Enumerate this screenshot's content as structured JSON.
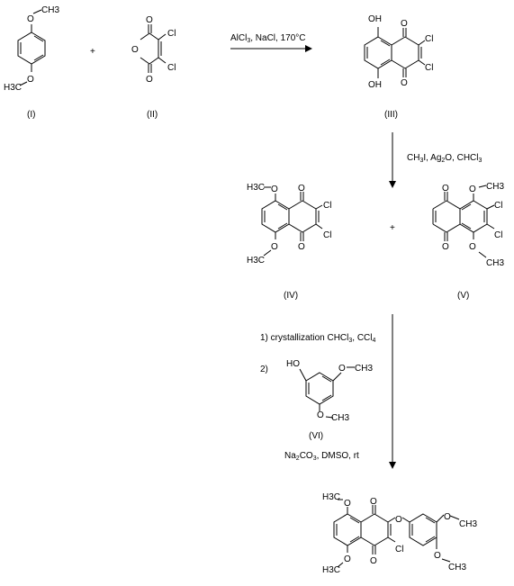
{
  "compounds": {
    "I": {
      "label": "(I)",
      "substituents": {
        "top": "O",
        "top_methyl": "CH3",
        "bottom": "O",
        "bottom_methyl": "H3C"
      }
    },
    "II": {
      "label": "(II)",
      "substituents": {
        "o_top": "O",
        "o_ring": "O",
        "o_bottom": "O",
        "cl1": "Cl",
        "cl2": "Cl"
      }
    },
    "III": {
      "label": "(III)",
      "substituents": {
        "oh1": "OH",
        "oh2": "OH",
        "o1": "O",
        "o2": "O",
        "cl1": "Cl",
        "cl2": "Cl"
      }
    },
    "IV": {
      "label": "(IV)",
      "substituents": {
        "ome1": "H3C",
        "ome1_o": "O",
        "ome2": "H3C",
        "ome2_o": "O",
        "o1": "O",
        "o2": "O",
        "cl1": "Cl",
        "cl2": "Cl"
      }
    },
    "V": {
      "label": "(V)",
      "substituents": {
        "o1": "O",
        "o2": "O",
        "ome1": "O",
        "ome1_methyl": "CH3",
        "ome2": "O",
        "ome2_methyl": "CH3",
        "cl1": "Cl",
        "cl2": "Cl"
      }
    },
    "VI": {
      "label": "(VI)",
      "substituents": {
        "ho": "HO",
        "ome1": "O",
        "ome1_methyl": "CH3",
        "ome2": "O",
        "ome2_methyl": "CH3"
      }
    },
    "product": {
      "substituents": {
        "ome_top": "H3C",
        "ome_top_o": "O",
        "ome_bottom": "H3C",
        "ome_bottom_o": "O",
        "o1": "O",
        "o2": "O",
        "o_link": "O",
        "cl": "Cl",
        "ar_ome1": "O",
        "ar_ome1_methyl": "CH3",
        "ar_ome2": "O",
        "ar_ome2_methyl": "CH3"
      }
    }
  },
  "operators": {
    "plus1": "+",
    "plus2": "+"
  },
  "steps": {
    "step1": {
      "conditions": "AlCl3, NaCl, 170°C"
    },
    "step2": {
      "conditions": "CH3I, Ag2O, CHCl3"
    },
    "step3": {
      "line1": "1) crystallization CHCl3, CCl4",
      "line2_number": "2)",
      "line3": "Na2CO3, DMSO, rt"
    }
  }
}
